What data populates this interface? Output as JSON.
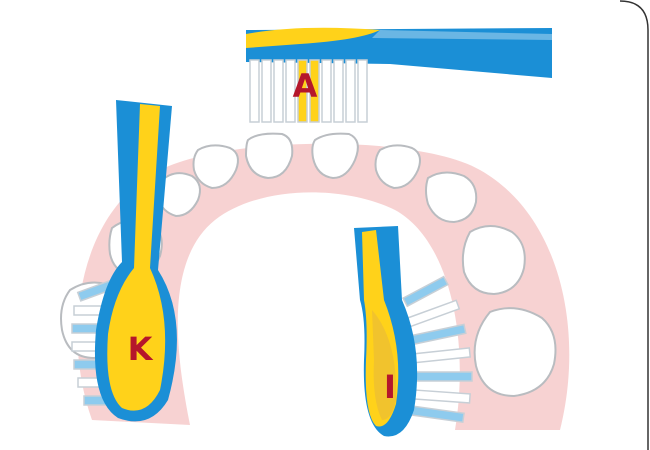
{
  "labels": {
    "top_brush": "A",
    "left_brush": "K",
    "right_brush": "I"
  },
  "colors": {
    "brush_blue": "#1b8fd6",
    "brush_yellow": "#ffd21a",
    "letter_red": "#b5162b",
    "gum_pink": "#f7d2d2",
    "tooth_outline": "#b9bcc0",
    "bristle_blue": "#8ecbee"
  }
}
